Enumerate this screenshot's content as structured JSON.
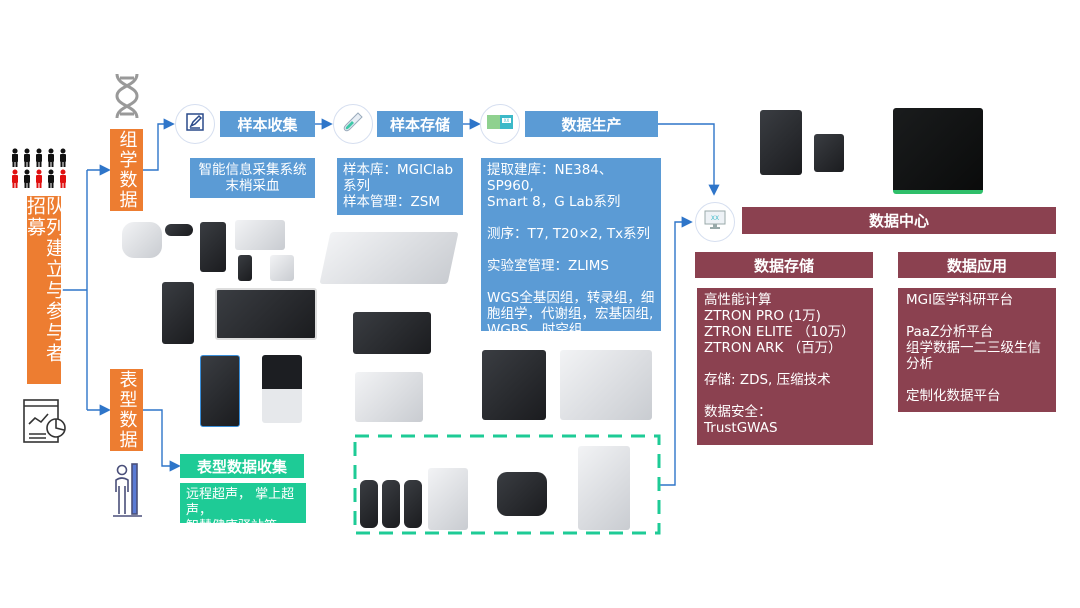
{
  "recruitment": {
    "label": "队列建立与参与者招募"
  },
  "omics": {
    "label": "组学数据"
  },
  "phenotype": {
    "label": "表型数据"
  },
  "steps": [
    {
      "title": "样本收集",
      "icon": "pen-edit-icon",
      "desc": "智能信息采集系统\n末梢采血"
    },
    {
      "title": "样本存储",
      "icon": "test-tube-icon",
      "desc": "样本库：MGIClab\n系列\n样本管理：ZSM"
    },
    {
      "title": "数据生产",
      "icon": "sequencer-icon",
      "desc": "提取建库：NE384、SP960,\nSmart 8，G Lab系列\n\n测序：T7, T20×2, Tx系列\n\n实验室管理：ZLIMS\n\nWGS全基因组，转录组，细\n胞组学，代谢组，宏基因组,\nWGBS，时空组"
    }
  ],
  "phenotype_collection": {
    "title": "表型数据收集",
    "desc": "远程超声， 掌上超声，\n智慧健康驿站等"
  },
  "data_center": {
    "title": "数据中心",
    "icon": "monitor-dna-icon",
    "storage": {
      "title": "数据存储",
      "desc": "高性能计算\nZTRON PRO (1万)\nZTRON ELITE （10万）\nZTRON ARK （百万）\n\n存储: ZDS, 压缩技术\n\n数据安全：\nTrustGWAS"
    },
    "application": {
      "title": "数据应用",
      "desc": "MGI医学科研平台\n\nPaaZ分析平台\n组学数据一二三级生信\n分析\n\n定制化数据平台"
    }
  },
  "colors": {
    "orange": "#ed7d31",
    "blue": "#5b9bd5",
    "green": "#1ecb96",
    "maroon": "#8b4150",
    "connector": "#2e75c9"
  }
}
